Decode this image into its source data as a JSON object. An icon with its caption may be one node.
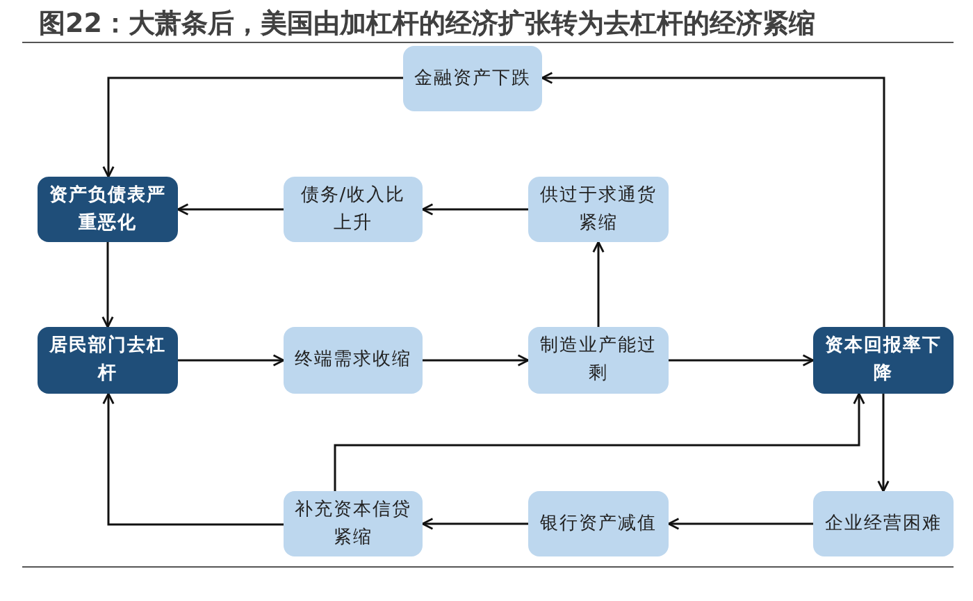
{
  "diagram": {
    "title": "图22：大萧条后，美国由加杠杆的经济扩张转为去杠杆的经济紧缩",
    "nodes": [
      {
        "text": [
          "金融资产下跌"
        ]
      },
      {
        "text": [
          "资产负债表严重恶化"
        ]
      },
      {
        "text": [
          "债务/收入比上升"
        ]
      },
      {
        "text": [
          "供过于求通货紧缩"
        ]
      },
      {
        "text": [
          "居民部门去杠杆"
        ]
      },
      {
        "text": [
          "终端需求收缩"
        ]
      },
      {
        "text": [
          "制造业产能过剩"
        ]
      },
      {
        "text": [
          "资本回报率下降"
        ]
      },
      {
        "text": [
          "补充资本信贷紧缩"
        ]
      },
      {
        "text": [
          "银行资产减值"
        ]
      },
      {
        "text": [
          "企业经营困难"
        ]
      }
    ],
    "edges": [
      {
        "from": 0,
        "to": 1,
        "arrow": "to"
      },
      {
        "from": 2,
        "to": 1,
        "arrow": "to"
      },
      {
        "from": 3,
        "to": 2,
        "arrow": "to"
      },
      {
        "from": 6,
        "to": 3,
        "arrow": "to"
      },
      {
        "from": 1,
        "to": 4,
        "arrow": "to"
      },
      {
        "from": 4,
        "to": 5,
        "arrow": "to"
      },
      {
        "from": 5,
        "to": 6,
        "arrow": "to"
      },
      {
        "from": 6,
        "to": 7,
        "arrow": "to"
      },
      {
        "from": 7,
        "to": 0,
        "arrow": "to"
      },
      {
        "from": 7,
        "to": 10,
        "arrow": "to"
      },
      {
        "from": 10,
        "to": 9,
        "arrow": "to"
      },
      {
        "from": 9,
        "to": 8,
        "arrow": "to"
      },
      {
        "from": 8,
        "to": 4,
        "arrow": "to"
      },
      {
        "from": 8,
        "to": 7,
        "arrow": "to"
      }
    ]
  }
}
